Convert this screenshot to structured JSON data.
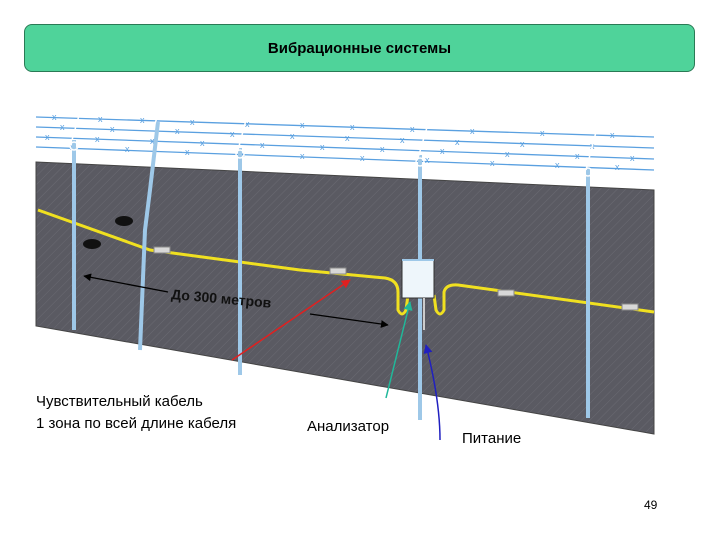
{
  "title": "Вибрационные системы",
  "labels": {
    "distance": "До 300 метров",
    "cable_line1": "Чувствительный кабель",
    "cable_line2": "1 зона по всей длине кабеля",
    "analyzer": "Анализатор",
    "power": "Питание"
  },
  "page_number": "49",
  "colors": {
    "title_bg": "#4fd39a",
    "ground": "#5a5a60",
    "cable": "#f0e020",
    "post": "#9ec8e8",
    "wire": "#5aa0e0",
    "arrow_red": "#e02020",
    "arrow_teal": "#20b89a",
    "arrow_blue": "#2020c0"
  }
}
